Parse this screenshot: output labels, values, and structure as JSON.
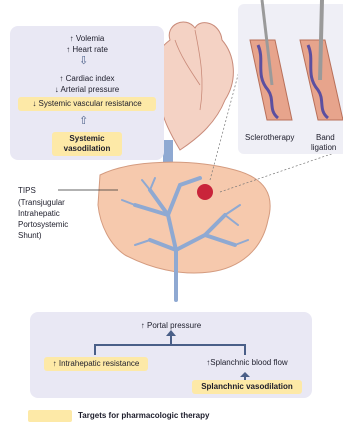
{
  "top_panel": {
    "lines": [
      "↑ Volemia",
      "↑ Heart rate",
      "↑ Cardiac index",
      "↓ Arterial pressure",
      "↓ Systemic vascular resistance"
    ],
    "target": [
      "Systemic",
      "vasodilation"
    ]
  },
  "inset": {
    "labels": [
      "Sclerotherapy",
      "Band",
      "ligation"
    ]
  },
  "tips": {
    "lines": [
      "TIPS",
      "(Transjugular",
      "Intrahepatic",
      "Portosystemic",
      "Shunt)"
    ]
  },
  "bottom_panel": {
    "portal_pressure": "↑ Portal pressure",
    "intrahepatic_resistance": "↑ Intrahepatic resistance",
    "splanchnic_flow": "↑Splanchnic blood flow",
    "splanchnic_vasodilation": "Splanchnic vasodilation"
  },
  "legend": {
    "label": "Targets for pharmacologic therapy",
    "swatch_color": "#fde9a7"
  },
  "colors": {
    "panel": "#e9e8f4",
    "liver": "#f6c9ad",
    "heart": "#f4d2c4",
    "vessel": "#8fa9d2",
    "arrow": "#4a5f88",
    "varix": "#c9243a"
  }
}
